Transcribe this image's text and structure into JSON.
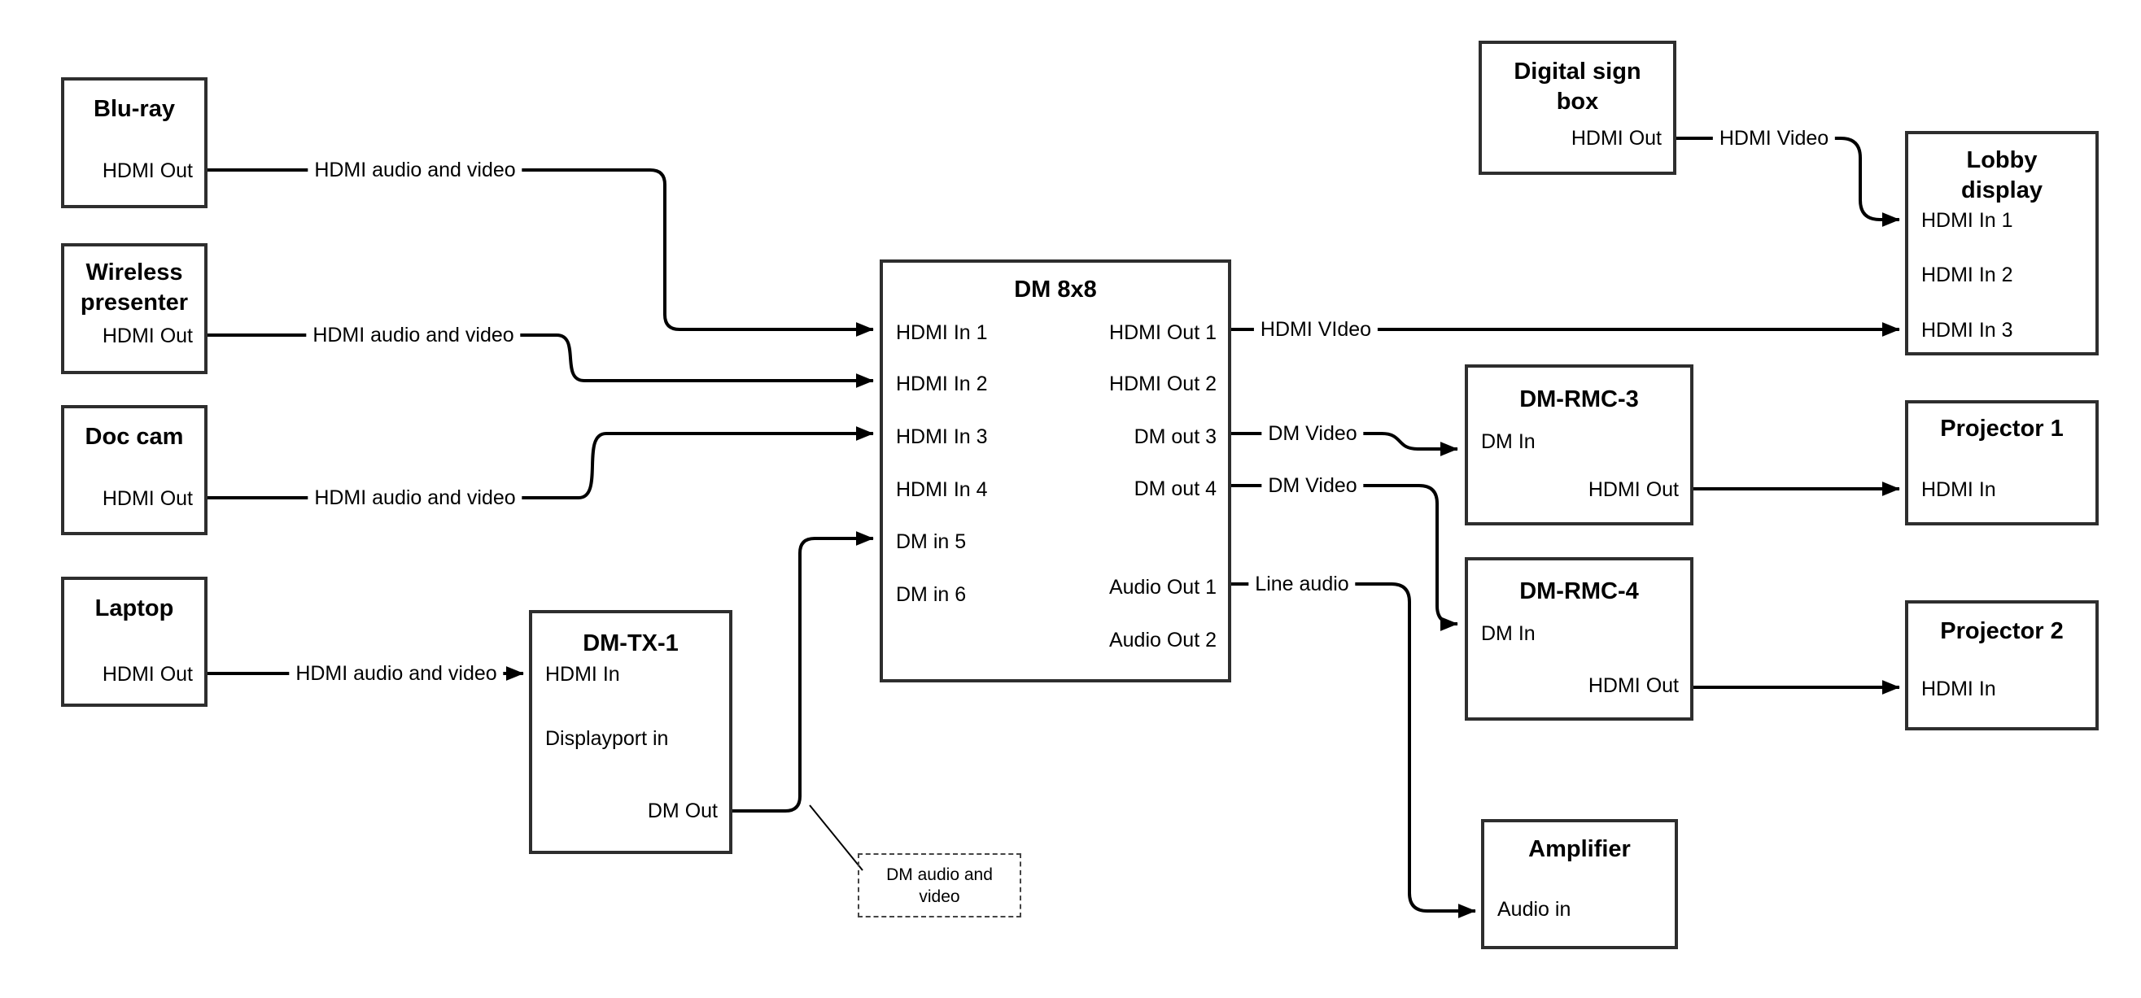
{
  "diagram_type": "av-signal-flow",
  "colors": {
    "background": "#ffffff",
    "box_border": "#2e2e2e",
    "connector": "#000000",
    "text": "#000000"
  },
  "nodes": {
    "bluray": {
      "title": "Blu-ray",
      "port_out": "HDMI Out"
    },
    "wireless": {
      "title_line1": "Wireless",
      "title_line2": "presenter",
      "port_out": "HDMI Out"
    },
    "doccam": {
      "title": "Doc cam",
      "port_out": "HDMI Out"
    },
    "laptop": {
      "title": "Laptop",
      "port_out": "HDMI Out"
    },
    "dmtx1": {
      "title": "DM-TX-1",
      "port_hdmi_in": "HDMI In",
      "port_dp_in": "Displayport in",
      "port_dm_out": "DM Out"
    },
    "dm8x8": {
      "title": "DM 8x8",
      "inputs": [
        "HDMI In 1",
        "HDMI In 2",
        "HDMI In 3",
        "HDMI In 4",
        "DM in 5",
        "DM in 6"
      ],
      "outputs": [
        "HDMI Out 1",
        "HDMI Out 2",
        "DM out 3",
        "DM out 4",
        "Audio Out 1",
        "Audio Out 2"
      ]
    },
    "digitalsign": {
      "title_line1": "Digital sign",
      "title_line2": "box",
      "port_out": "HDMI Out"
    },
    "lobby": {
      "title_line1": "Lobby",
      "title_line2": "display",
      "inputs": [
        "HDMI In 1",
        "HDMI In 2",
        "HDMI In 3"
      ]
    },
    "dmrmc3": {
      "title": "DM-RMC-3",
      "port_in": "DM In",
      "port_out": "HDMI Out"
    },
    "proj1": {
      "title": "Projector 1",
      "port_in": "HDMI In"
    },
    "dmrmc4": {
      "title": "DM-RMC-4",
      "port_in": "DM In",
      "port_out": "HDMI Out"
    },
    "proj2": {
      "title": "Projector 2",
      "port_in": "HDMI In"
    },
    "amplifier": {
      "title": "Amplifier",
      "port_in": "Audio in"
    }
  },
  "edges": [
    {
      "from": "Blu-ray HDMI Out",
      "to": "DM 8x8 HDMI In 1",
      "label": "HDMI audio and video"
    },
    {
      "from": "Wireless presenter HDMI Out",
      "to": "DM 8x8 HDMI In 2",
      "label": "HDMI audio and video"
    },
    {
      "from": "Doc cam HDMI Out",
      "to": "DM 8x8 HDMI In 3",
      "label": "HDMI audio and video"
    },
    {
      "from": "Laptop HDMI Out",
      "to": "DM-TX-1 HDMI In",
      "label": "HDMI audio and video"
    },
    {
      "from": "DM-TX-1 DM Out",
      "to": "DM 8x8 DM in 5",
      "label": ""
    },
    {
      "from": "DM 8x8 HDMI Out 1",
      "to": "Lobby display HDMI In 3",
      "label": "HDMI VIdeo"
    },
    {
      "from": "DM 8x8 DM out 3",
      "to": "DM-RMC-3 DM In",
      "label": "DM Video"
    },
    {
      "from": "DM 8x8 DM out 4",
      "to": "DM-RMC-4 DM In",
      "label": "DM Video"
    },
    {
      "from": "DM 8x8 Audio Out 1",
      "to": "Amplifier Audio in",
      "label": "Line audio"
    },
    {
      "from": "Digital sign box HDMI Out",
      "to": "Lobby display HDMI In 1",
      "label": "HDMI Video"
    },
    {
      "from": "DM-RMC-3 HDMI Out",
      "to": "Projector 1 HDMI In",
      "label": ""
    },
    {
      "from": "DM-RMC-4 HDMI Out",
      "to": "Projector 2 HDMI In",
      "label": ""
    }
  ],
  "note": {
    "text": "DM audio and video",
    "attached_to": "DM-TX-1 DM Out connector"
  }
}
